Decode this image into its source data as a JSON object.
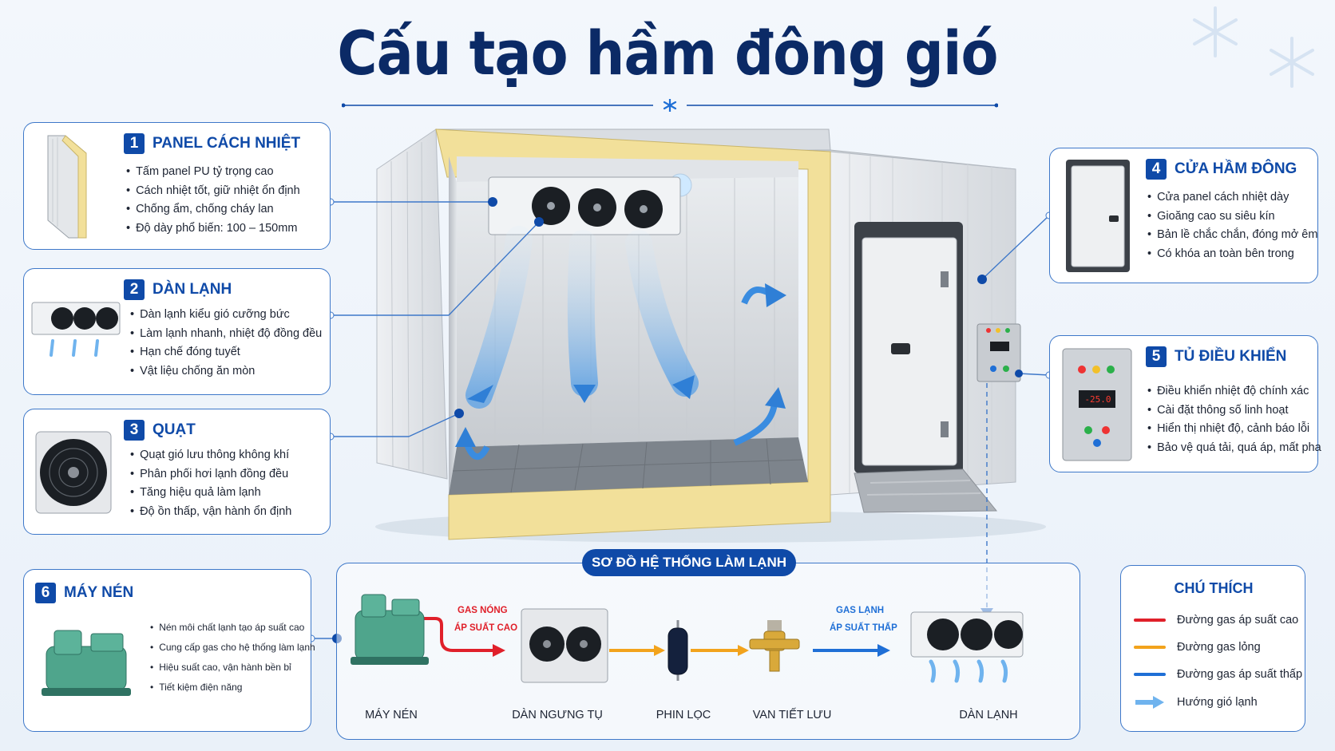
{
  "title": "Cấu tạo hầm đông gió",
  "cards": [
    {
      "number": "1",
      "title": "PANEL CÁCH NHIỆT",
      "items": [
        "Tấm panel PU tỷ trọng cao",
        "Cách nhiệt tốt, giữ nhiệt ổn định",
        "Chống ẩm, chống cháy lan",
        "Độ dày phổ biến: 100 – 150mm"
      ]
    },
    {
      "number": "2",
      "title": "DÀN LẠNH",
      "items": [
        "Dàn lạnh kiểu gió cưỡng bức",
        "Làm lạnh nhanh, nhiệt độ đồng đều",
        "Hạn chế đóng tuyết",
        "Vật liệu chống ăn mòn"
      ]
    },
    {
      "number": "3",
      "title": "QUẠT",
      "items": [
        "Quạt gió lưu thông không khí",
        "Phân phối hơi lạnh đồng đều",
        "Tăng hiệu quả làm lạnh",
        "Độ ồn thấp, vận hành ổn định"
      ]
    },
    {
      "number": "4",
      "title": "CỬA HẦM ĐÔNG",
      "items": [
        "Cửa panel cách nhiệt dày",
        "Gioăng cao su siêu kín",
        "Bản lề chắc chắn, đóng mở êm",
        "Có khóa an toàn bên trong"
      ]
    },
    {
      "number": "5",
      "title": "TỦ ĐIỀU KHIỂN",
      "items": [
        "Điều khiển nhiệt độ chính xác",
        "Cài đặt thông số linh hoạt",
        "Hiển thị nhiệt độ, cảnh báo lỗi",
        "Bảo vệ quá tải, quá áp, mất pha"
      ]
    },
    {
      "number": "6",
      "title": "MÁY NÉN",
      "items": [
        "Nén môi chất lạnh tạo áp suất cao",
        "Cung cấp gas cho hệ thống làm lạnh",
        "Hiệu suất cao, vận hành bền bỉ",
        "Tiết kiệm điện năng"
      ]
    }
  ],
  "controller_display": "-25.0",
  "scheme": {
    "title": "SƠ ĐỒ HỆ THỐNG LÀM LẠNH",
    "components": [
      "MÁY NÉN",
      "DÀN NGƯNG TỤ",
      "PHIN LỌC",
      "VAN TIẾT LƯU",
      "DÀN LẠNH"
    ],
    "hot_gas": [
      "GAS NÓNG",
      "ÁP SUẤT CAO"
    ],
    "cold_gas": [
      "GAS LẠNH",
      "ÁP SUẤT THẤP"
    ]
  },
  "legend": {
    "title": "CHÚ THÍCH",
    "items": [
      {
        "label": "Đường gas áp suất cao",
        "color": "#e0202a"
      },
      {
        "label": "Đường gas lỏng",
        "color": "#f2a31c"
      },
      {
        "label": "Đường gas áp suất thấp",
        "color": "#1f6fd6"
      },
      {
        "label": "Hướng gió lạnh",
        "color": "#6fb3ee"
      }
    ]
  },
  "colors": {
    "brand": "#0f4aa8",
    "title": "#0b2a66",
    "border": "#3e78c9",
    "insulation": "#f2e09a"
  }
}
